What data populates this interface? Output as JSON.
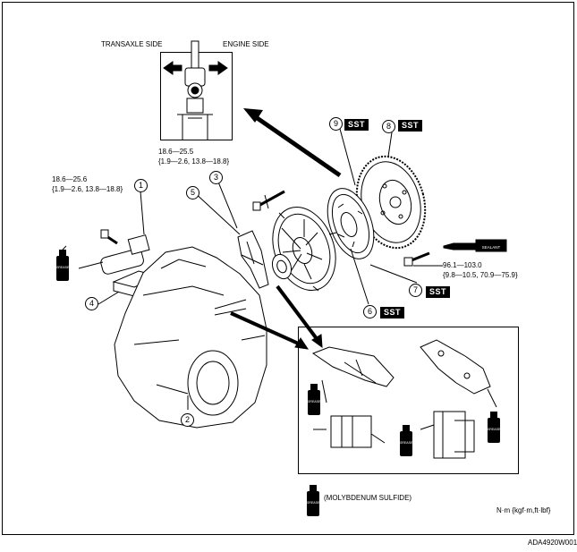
{
  "view": {
    "transaxle_side": "TRANSAXLE SIDE",
    "engine_side": "ENGINE SIDE"
  },
  "callouts": {
    "c1": "1",
    "c2": "2",
    "c3": "3",
    "c4": "4",
    "c5": "5",
    "c6": "6",
    "c7": "7",
    "c8": "8",
    "c9": "9"
  },
  "sst_label": "SST",
  "torque": {
    "bolt_top_line1": "18.6—25.5",
    "bolt_top_line2": "{1.9—2.6, 13.8—18.8}",
    "bolt_left_line1": "18.6—25.6",
    "bolt_left_line2": "{1.9—2.6, 13.8—18.8}",
    "flywheel_line1": "96.1—103.0",
    "flywheel_line2": "{9.8—10.5, 70.9—75.9}"
  },
  "sealant_label": "SEALANT",
  "grease_label": "GREASE",
  "legend_text": "(MOLYBDENUM SULFIDE)",
  "units": "N·m {kgf·m,ft·lbf}",
  "figure_code": "ADA4920W001"
}
